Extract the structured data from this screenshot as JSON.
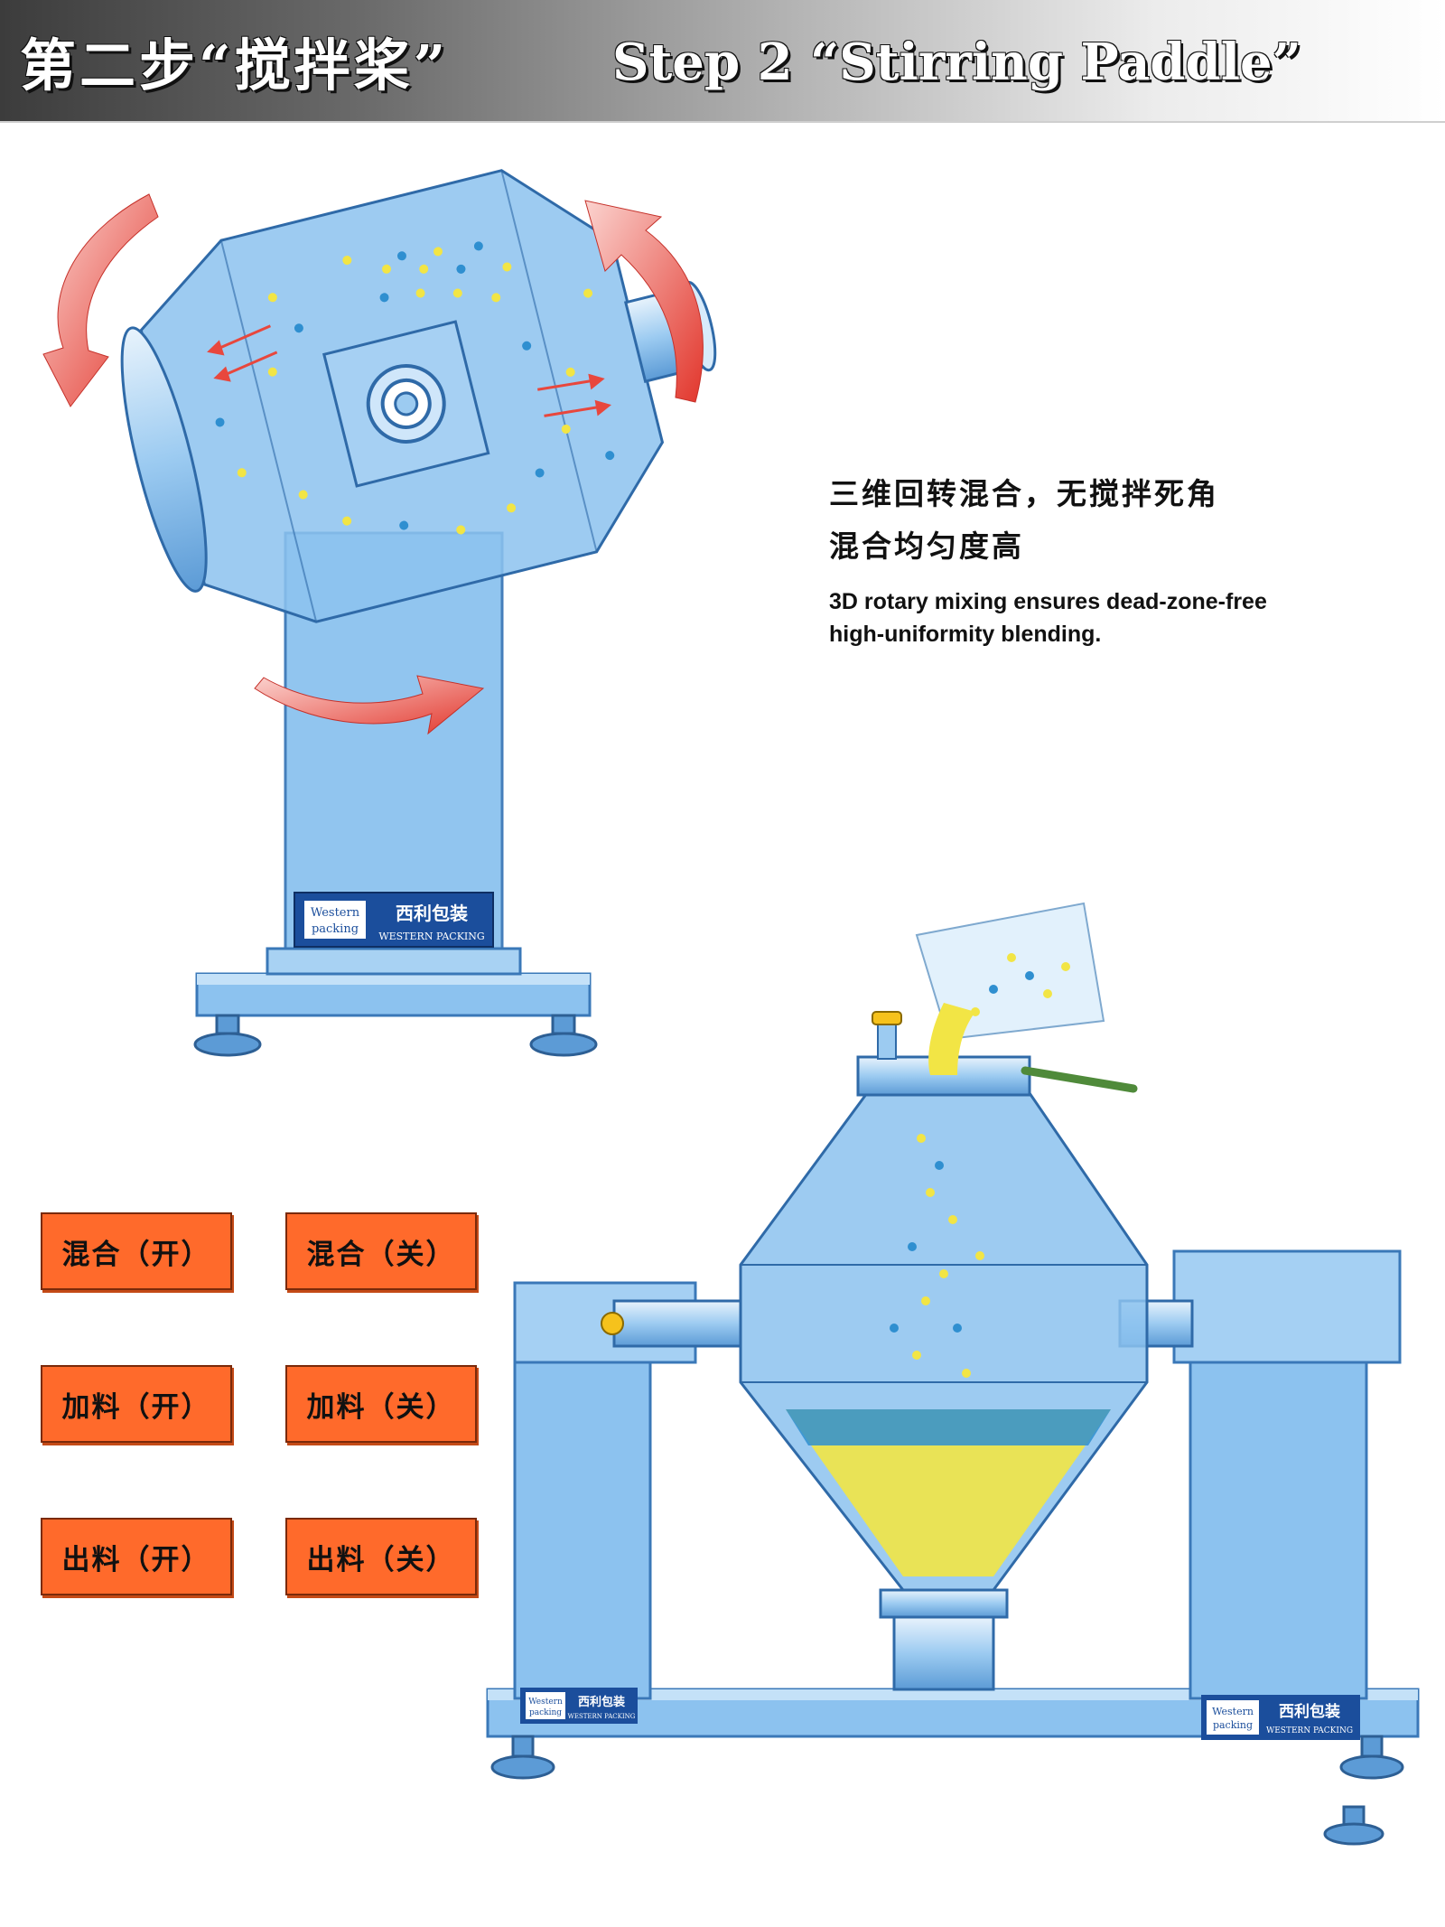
{
  "header": {
    "title_cn": "第二步“搅拌桨”",
    "title_en": "Step 2 “Stirring Paddle”"
  },
  "description": {
    "cn_line1": "三维回转混合，无搅拌死角",
    "cn_line2": "混合均匀度高",
    "en_line1": "3D rotary mixing ensures dead-zone-free",
    "en_line2": "high-uniformity blending."
  },
  "buttons": {
    "mix_on": "混合（开）",
    "mix_off": "混合（关）",
    "feed_on": "加料（开）",
    "feed_off": "加料（关）",
    "discharge_on": "出料（开）",
    "discharge_off": "出料（关）"
  },
  "brand": {
    "logo_en_line1": "Western",
    "logo_en_line2": "packing",
    "logo_cn": "西利包装",
    "logo_en_caps": "WESTERN PACKING"
  },
  "colors": {
    "machine_blue": "#8cc2ef",
    "machine_dark": "#3a78b8",
    "arrow_red": "#e8473d",
    "button_orange": "#ff6a2b",
    "granule_yellow": "#f2e545",
    "granule_blue": "#2f8fd0"
  }
}
